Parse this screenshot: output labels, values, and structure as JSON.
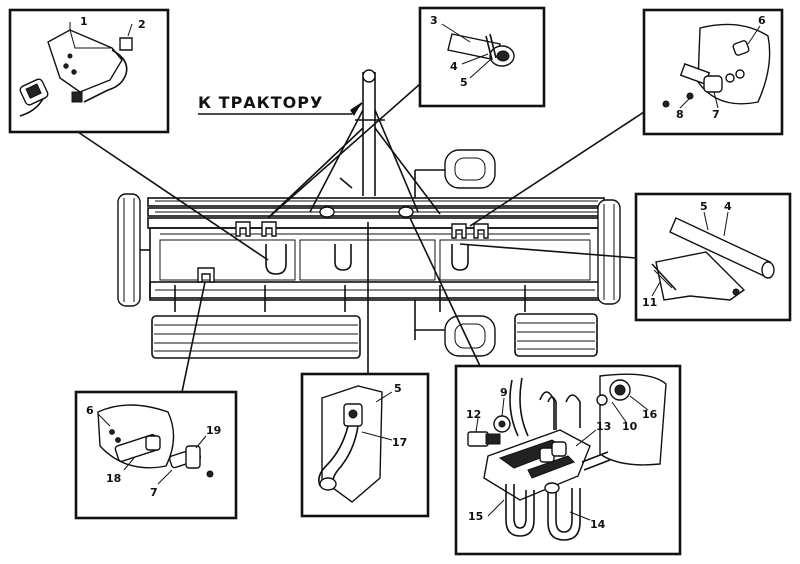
{
  "title": "К ТРАКТОРУ",
  "callouts": {
    "top_left": [
      "1",
      "2"
    ],
    "top_center": [
      "3",
      "4",
      "5"
    ],
    "top_right": [
      "6",
      "7",
      "8"
    ],
    "mid_right": [
      "5",
      "4",
      "11"
    ],
    "bottom_left": [
      "6",
      "18",
      "19",
      "7"
    ],
    "bottom_center": [
      "5",
      "17"
    ],
    "bottom_right": [
      "12",
      "9",
      "13",
      "10",
      "16",
      "15",
      "14"
    ]
  }
}
